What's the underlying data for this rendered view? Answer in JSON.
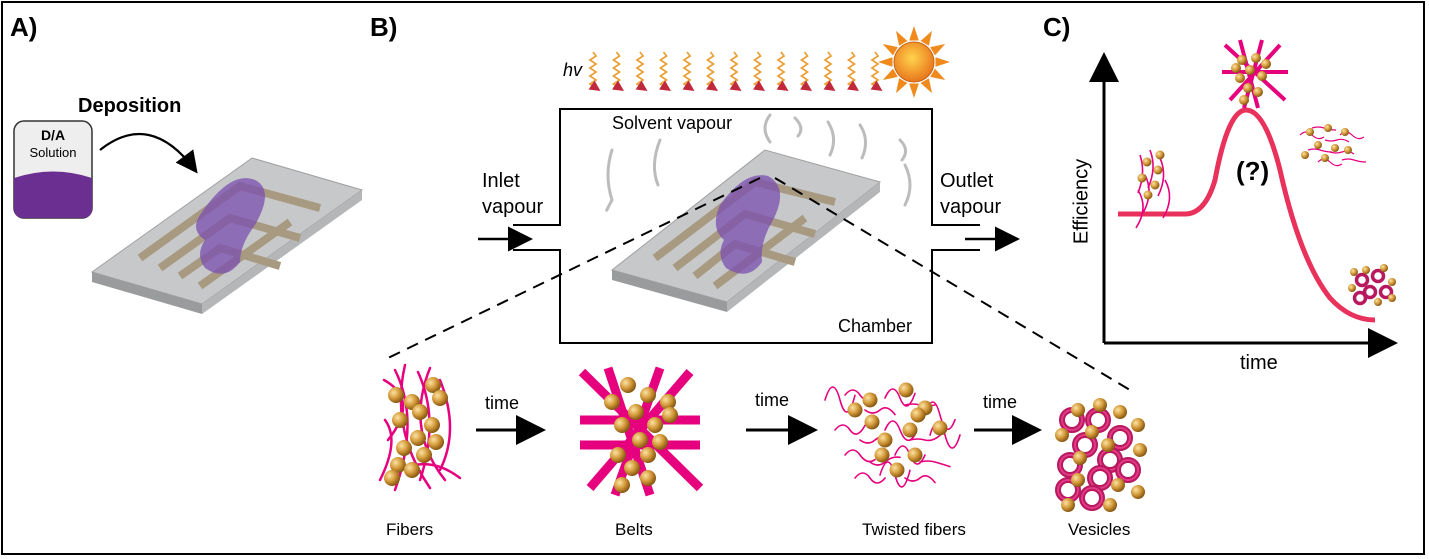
{
  "panels": {
    "a": {
      "letter": "A)",
      "step_label": "Deposition",
      "vial_label_line1": "D/A",
      "vial_label_line2": "Solution"
    },
    "b": {
      "letter": "B)",
      "light_label": "hv",
      "solvent_label": "Solvent vapour",
      "inlet_line1": "Inlet",
      "inlet_line2": "vapour",
      "outlet_line1": "Outlet",
      "outlet_line2": "vapour",
      "chamber_label": "Chamber",
      "arrow_label": "time",
      "stages": [
        "Fibers",
        "Belts",
        "Twisted fibers",
        "Vesicles"
      ]
    },
    "c": {
      "letter": "C)",
      "y_axis": "Efficiency",
      "x_axis": "time",
      "peak_label": "(?)"
    }
  },
  "colors": {
    "purple": "#6b2f91",
    "magenta": "#e6007e",
    "gold": "#c8902a",
    "curve": "#e8315b",
    "electrode": "#a89a80",
    "substrate": "#c7c8ca",
    "sun": "#f08a1d"
  }
}
